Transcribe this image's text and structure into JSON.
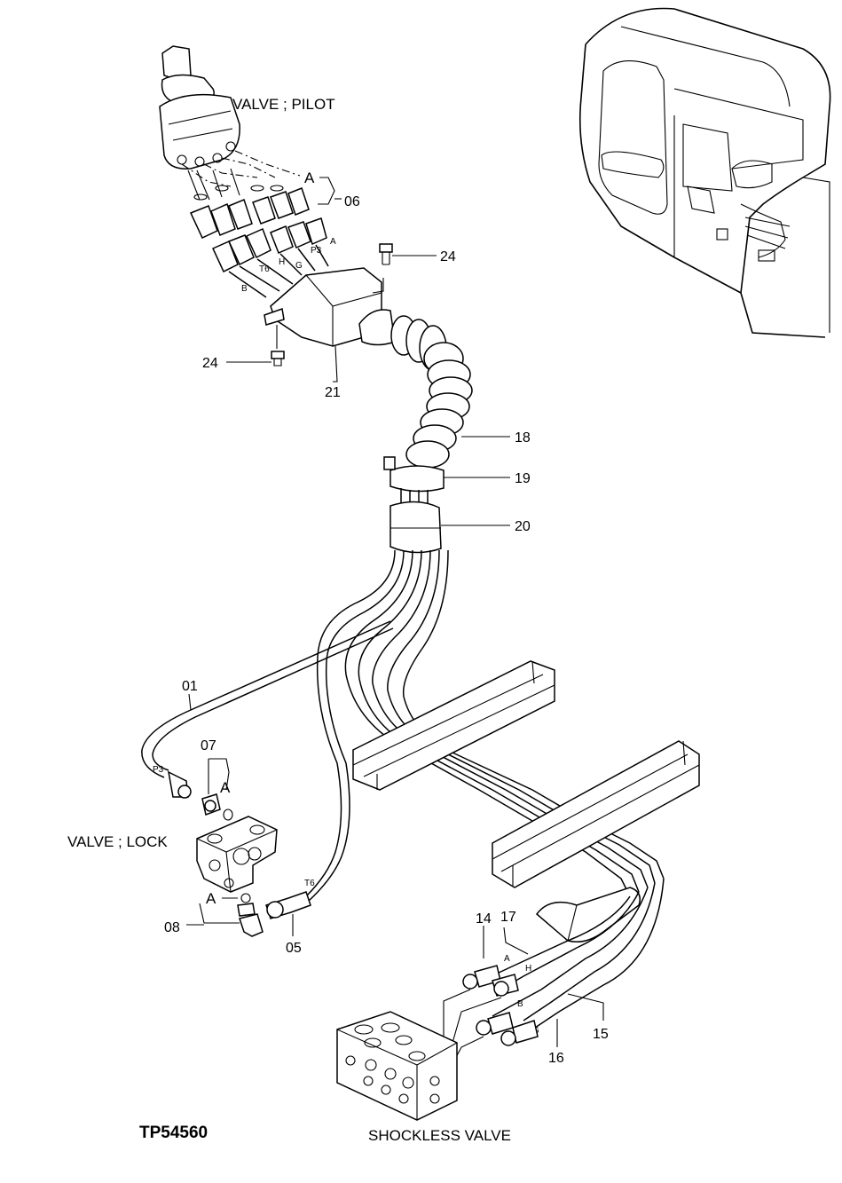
{
  "labels": {
    "valve_pilot": "VALVE ; PILOT",
    "valve_lock": "VALVE ; LOCK",
    "shockless_valve": "SHOCKLESS VALVE",
    "drawing_id": "TP54560"
  },
  "callouts": {
    "p01": "01",
    "p05": "05",
    "p06": "06",
    "p07": "07",
    "p08": "08",
    "p14": "14",
    "p15": "15",
    "p16": "16",
    "p17": "17",
    "p18": "18",
    "p19": "19",
    "p20": "20",
    "p21": "21",
    "p24_top": "24",
    "p24_left": "24"
  },
  "ref_marks": {
    "a_pilot": "A",
    "a_lock_top": "A",
    "a_lock_bottom": "A"
  },
  "port_tags": {
    "p3_top": "P3",
    "a_top": "A",
    "t6_top": "T6",
    "h_top": "H",
    "g_top": "G",
    "b_top": "B",
    "p3_lock": "P3",
    "t6_lock": "T6",
    "a_bottom": "A",
    "h_bottom": "H",
    "b_bottom": "B",
    "g_bottom": "G"
  }
}
